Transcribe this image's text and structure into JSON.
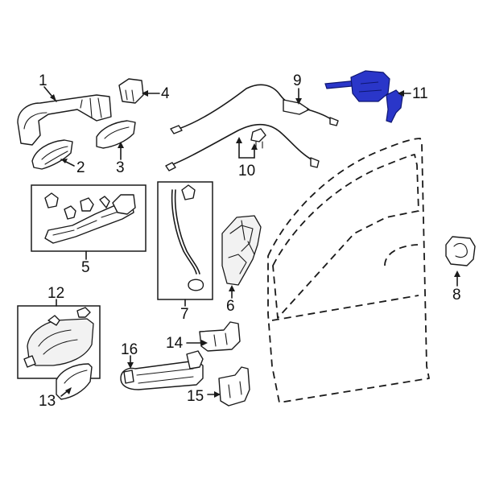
{
  "diagram": {
    "callouts": [
      {
        "label": "1"
      },
      {
        "label": "2"
      },
      {
        "label": "3"
      },
      {
        "label": "4"
      },
      {
        "label": "5"
      },
      {
        "label": "6"
      },
      {
        "label": "7"
      },
      {
        "label": "8"
      },
      {
        "label": "9"
      },
      {
        "label": "10"
      },
      {
        "label": "11"
      },
      {
        "label": "12"
      },
      {
        "label": "13"
      },
      {
        "label": "14"
      },
      {
        "label": "15"
      },
      {
        "label": "16"
      }
    ],
    "highlight_color": "#2a36c9"
  }
}
